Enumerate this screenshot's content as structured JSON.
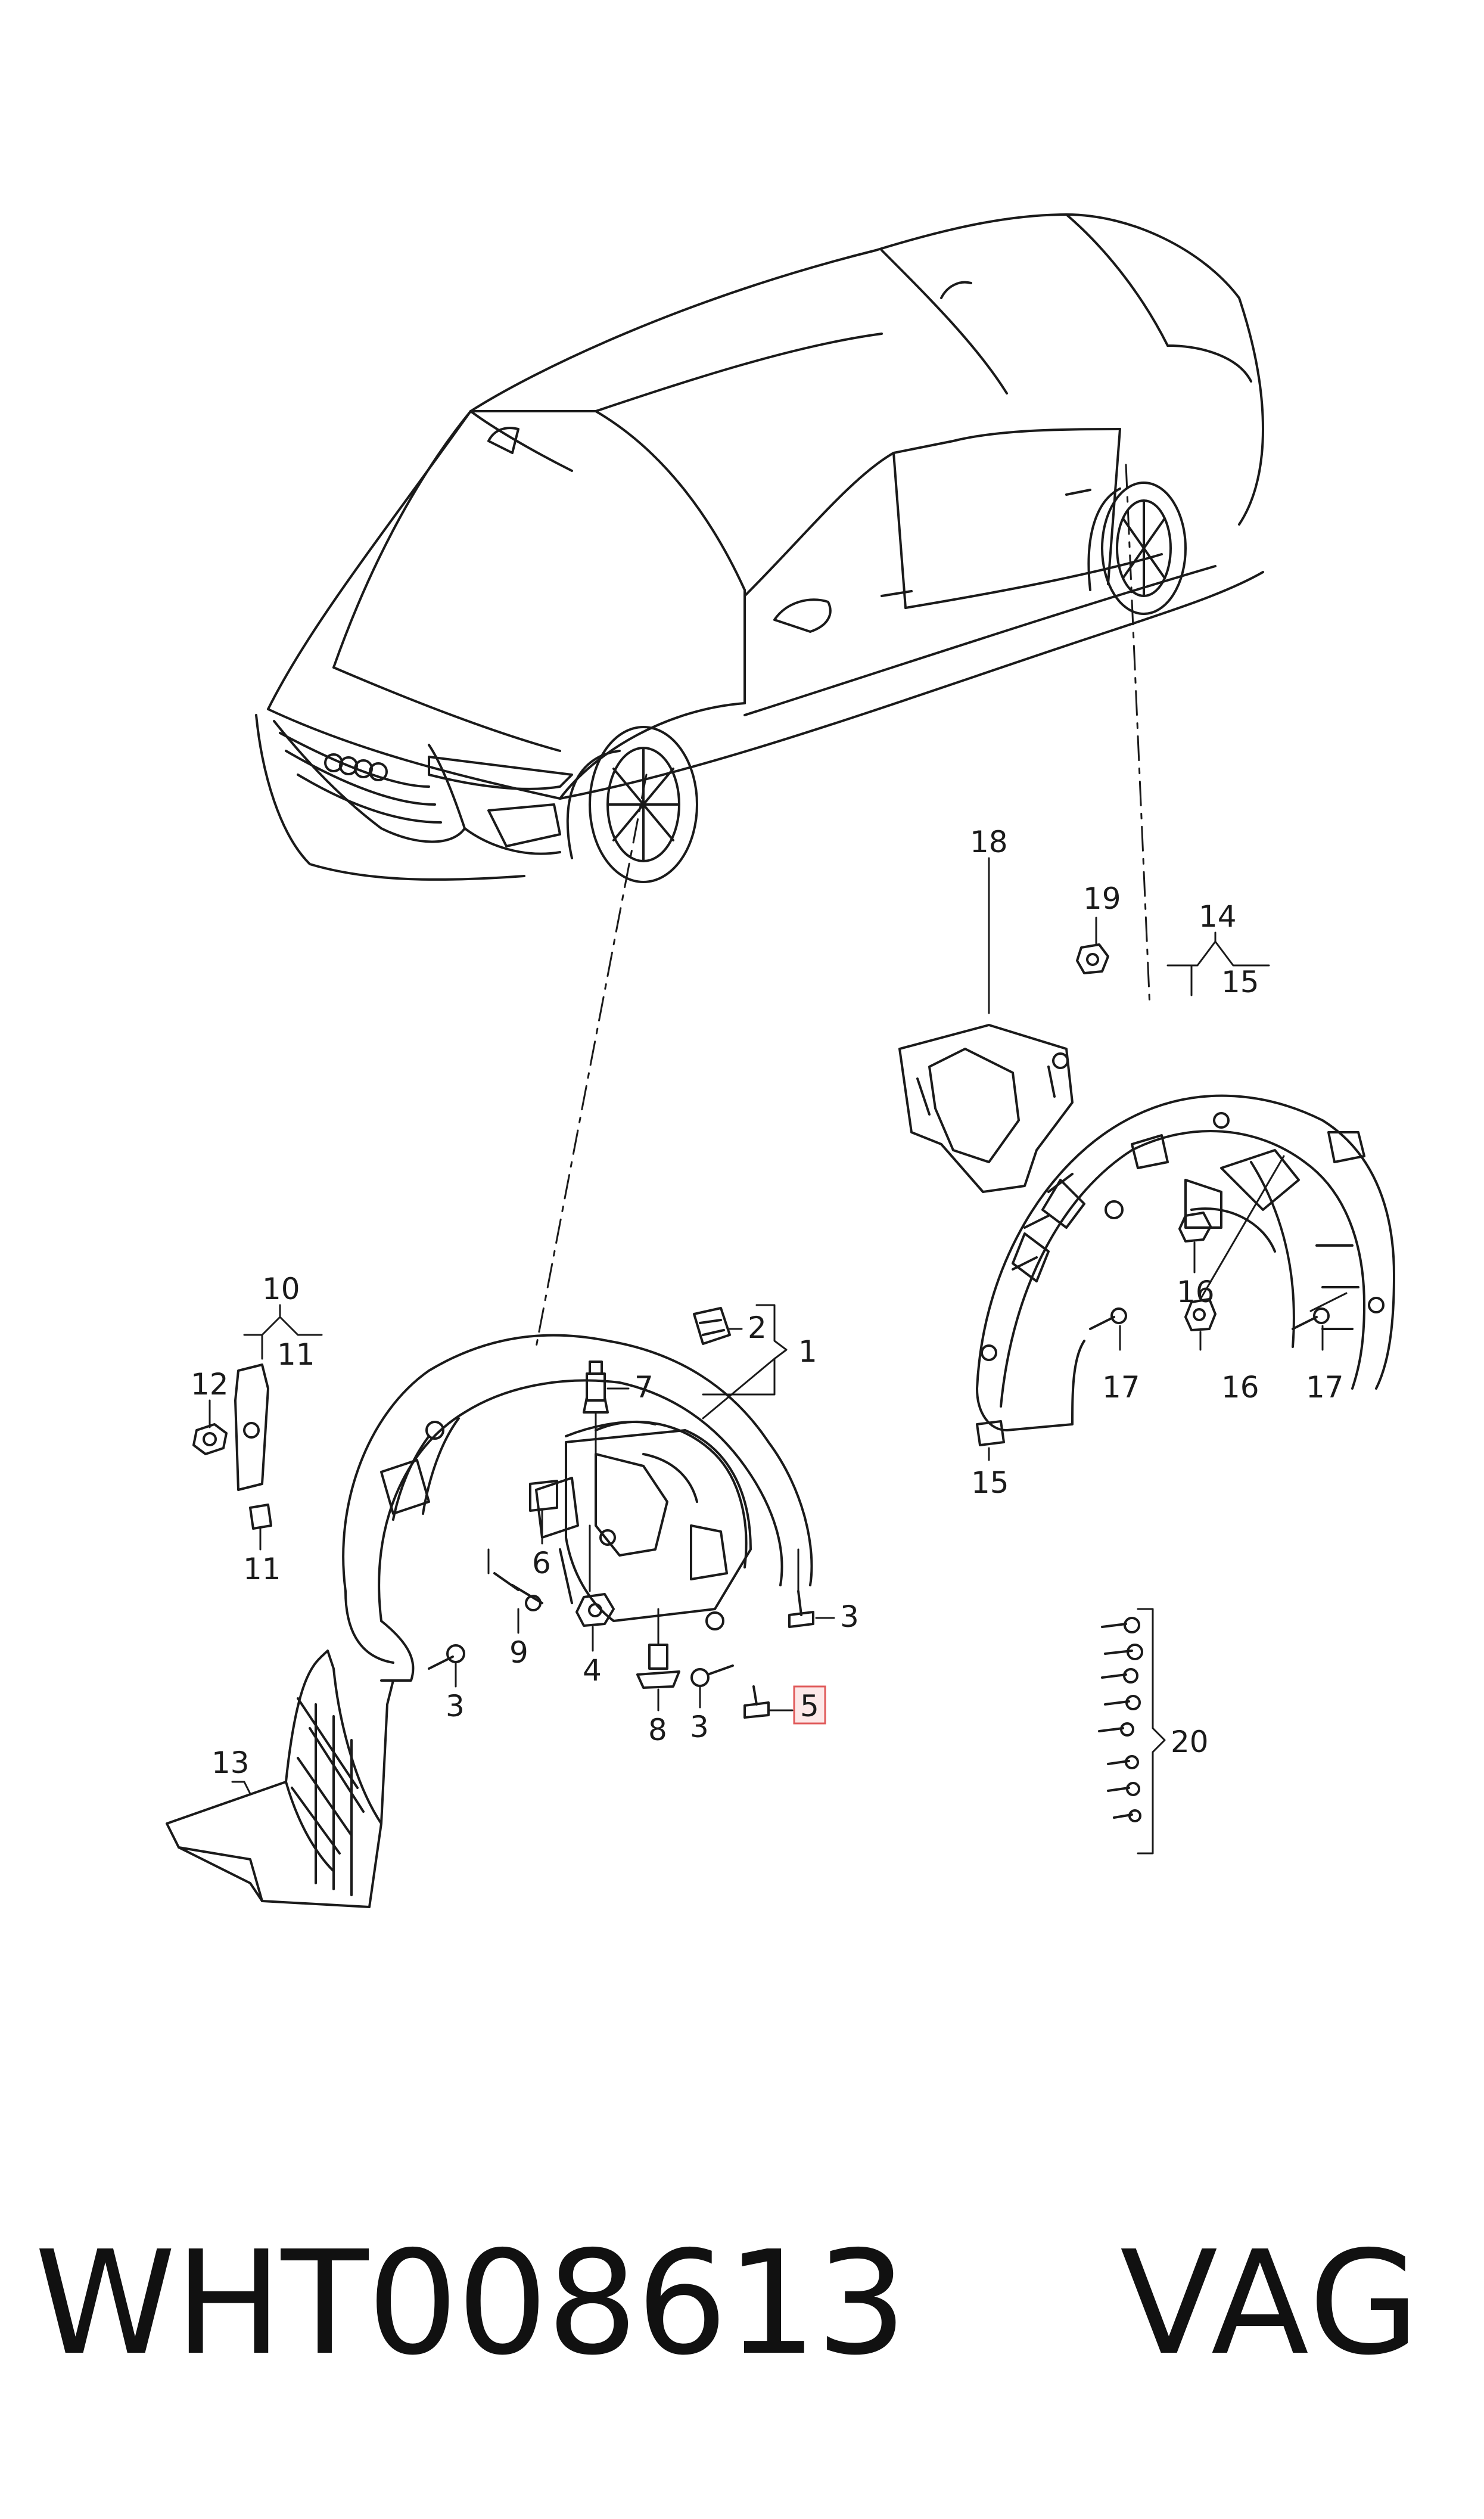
{
  "diagram": {
    "callouts": [
      {
        "id": "c1",
        "label": "1"
      },
      {
        "id": "c2",
        "label": "2"
      },
      {
        "id": "c3a",
        "label": "3"
      },
      {
        "id": "c3b",
        "label": "3"
      },
      {
        "id": "c3c",
        "label": "3"
      },
      {
        "id": "c4",
        "label": "4"
      },
      {
        "id": "c5",
        "label": "5",
        "highlighted": true
      },
      {
        "id": "c6",
        "label": "6"
      },
      {
        "id": "c7",
        "label": "7"
      },
      {
        "id": "c8",
        "label": "8"
      },
      {
        "id": "c9",
        "label": "9"
      },
      {
        "id": "c10",
        "label": "10"
      },
      {
        "id": "c11a",
        "label": "11"
      },
      {
        "id": "c11b",
        "label": "11"
      },
      {
        "id": "c12",
        "label": "12"
      },
      {
        "id": "c13",
        "label": "13"
      },
      {
        "id": "c14",
        "label": "14"
      },
      {
        "id": "c15a",
        "label": "15"
      },
      {
        "id": "c15b",
        "label": "15"
      },
      {
        "id": "c16a",
        "label": "16"
      },
      {
        "id": "c16b",
        "label": "16"
      },
      {
        "id": "c17a",
        "label": "17"
      },
      {
        "id": "c17b",
        "label": "17"
      },
      {
        "id": "c18",
        "label": "18"
      },
      {
        "id": "c19",
        "label": "19"
      },
      {
        "id": "c20",
        "label": "20"
      }
    ],
    "highlight_color": "#e05a5a",
    "highlight_fill": "#fde8e8",
    "line_color": "#1a1a1a"
  },
  "footer": {
    "part_number": "WHT008613",
    "brand": "VAG"
  }
}
